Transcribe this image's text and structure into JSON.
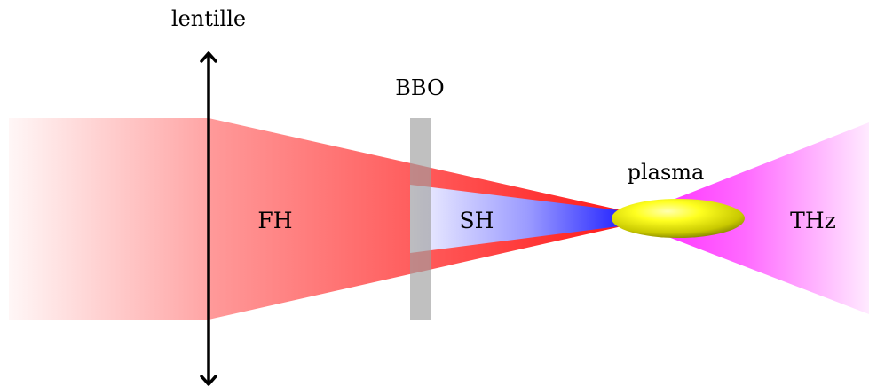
{
  "labels": {
    "lens": "lentille",
    "crystal": "BBO",
    "fundamental": "FH",
    "second_harmonic": "SH",
    "plasma": "plasma",
    "terahertz": "THz"
  },
  "colors": {
    "fundamental_beam": "#ff2a2a",
    "second_harmonic_beam": "#3b3bff",
    "thz_beam": "#ff44ff",
    "crystal": "#bcbcbc",
    "plasma": "#e6e600",
    "lens": "#000000"
  }
}
